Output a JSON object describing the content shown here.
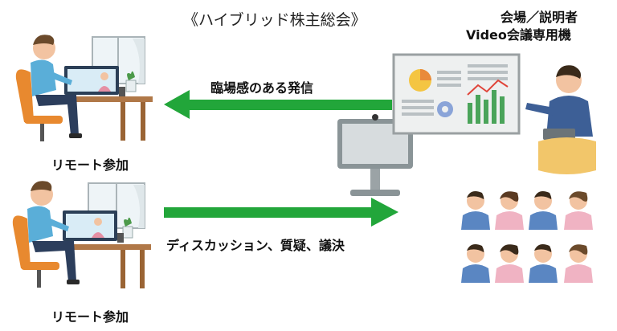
{
  "title": "《ハイブリッド株主総会》",
  "venue": {
    "label_line1": "会場／説明者",
    "label_line2": "Video会議専用機"
  },
  "remote_top": {
    "label": "リモート参加"
  },
  "remote_bottom": {
    "label": "リモート参加"
  },
  "arrow_top": {
    "label": "臨場感のある発信",
    "direction": "left",
    "color": "#22a63a"
  },
  "arrow_bottom": {
    "label": "ディスカッション、質疑、議決",
    "direction": "right",
    "color": "#22a63a"
  },
  "colors": {
    "arrow": "#22a63a",
    "desk": "#b07848",
    "chair": "#e8892f",
    "shirt": "#5aaed8",
    "screen": "#9ba3a6"
  }
}
